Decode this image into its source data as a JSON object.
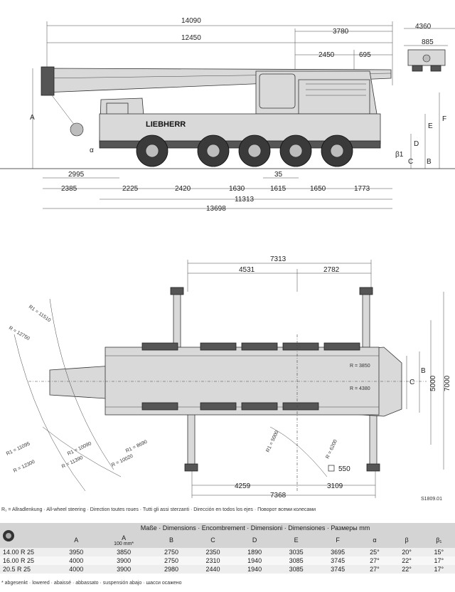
{
  "side_view": {
    "top_dims": [
      "14090",
      "12450",
      "3780",
      "2450",
      "695",
      "4360",
      "885"
    ],
    "height_labels": [
      "A",
      "B",
      "C",
      "D",
      "E",
      "F",
      "α",
      "β1"
    ],
    "bottom_dims_row1": [
      "2995",
      "35"
    ],
    "bottom_dims_row2": [
      "2385",
      "2225",
      "2420",
      "1630",
      "1615",
      "1650",
      "1773"
    ],
    "bottom_dims_row3": [
      "11313"
    ],
    "bottom_dims_row4": [
      "13698"
    ],
    "brand": "LIEBHERR"
  },
  "top_view": {
    "top_dims": [
      "7313",
      "4531",
      "2782"
    ],
    "radii": [
      "R1 = 11510",
      "R = 12750",
      "R1 = 11095",
      "R = 12300",
      "R1 = 10090",
      "R = 11390",
      "R1 = 8690",
      "R = 10020",
      "R1 = 5000",
      "R = 6200",
      "R = 3850",
      "R = 4380"
    ],
    "width_labels": [
      "C",
      "B",
      "5000",
      "7000"
    ],
    "bottom_dims": [
      "4259",
      "3109",
      "7368"
    ],
    "outrigger_pad": "550"
  },
  "drawing_id": "S1809.01",
  "legend": "R₁ = Allradlenkung · All-wheel steering · Direction toutes roues · Tutti gli assi sterzanti · Dirección en todos los ejes · Поворот всеми колесами",
  "table": {
    "title": "Maße · Dimensions · Encombrement · Dimensioni · Dimensiones · Размеры mm",
    "columns": [
      "A",
      "A",
      "B",
      "C",
      "D",
      "E",
      "F",
      "α",
      "β",
      "β₁"
    ],
    "column_sub": [
      "",
      "100 mm*",
      "",
      "",
      "",
      "",
      "",
      "",
      "",
      ""
    ],
    "rows": [
      {
        "tire": "14.00 R 25",
        "values": [
          "3950",
          "3850",
          "2750",
          "2350",
          "1890",
          "3035",
          "3695",
          "25°",
          "20°",
          "15°"
        ]
      },
      {
        "tire": "16.00 R 25",
        "values": [
          "4000",
          "3900",
          "2750",
          "2310",
          "1940",
          "3085",
          "3745",
          "27°",
          "22°",
          "17°"
        ]
      },
      {
        "tire": "20.5 R 25",
        "values": [
          "4000",
          "3900",
          "2980",
          "2440",
          "1940",
          "3085",
          "3745",
          "27°",
          "22°",
          "17°"
        ]
      }
    ]
  },
  "footnote": "* abgesenkt · lowered · abaissé · abbassato · suspensión abajo · шасси осажено"
}
